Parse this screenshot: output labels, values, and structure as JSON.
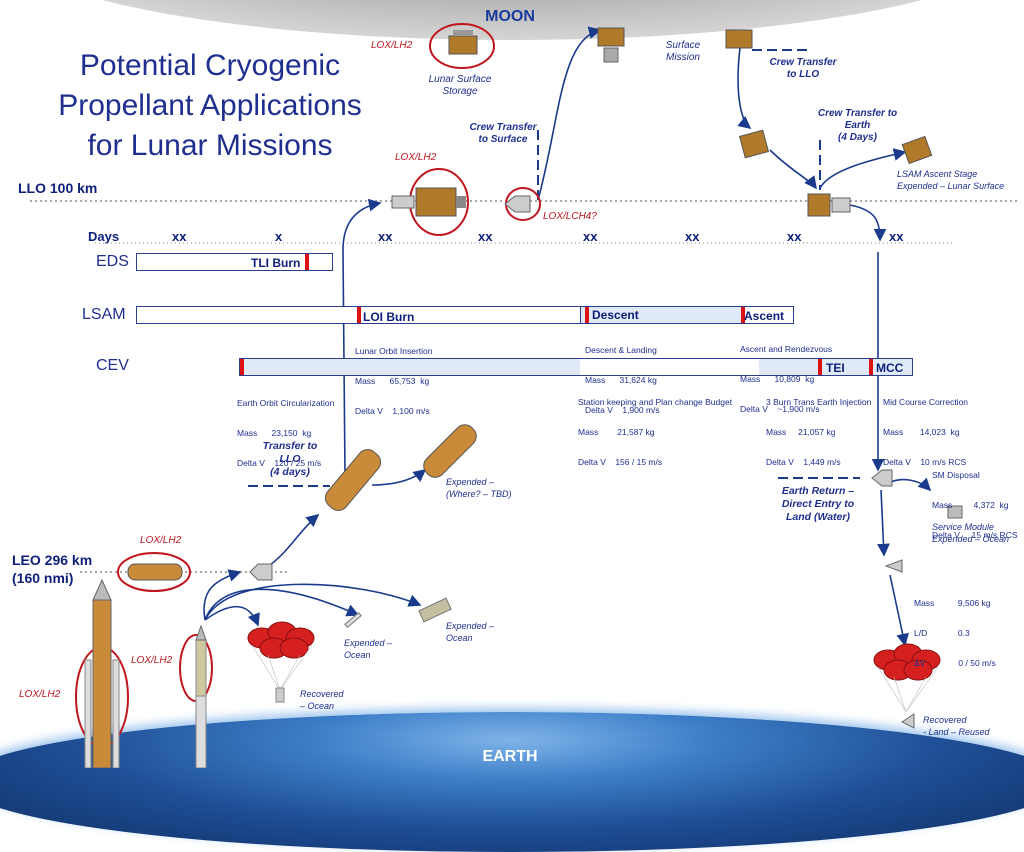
{
  "moon_label": "MOON",
  "earth_label": "EARTH",
  "title": [
    "Potential Cryogenic",
    "Propellant Applications",
    "for Lunar Missions"
  ],
  "orbits": {
    "llo": "LLO 100 km",
    "leo_line1": "LEO 296 km",
    "leo_line2": "(160 nmi)"
  },
  "timeline": {
    "days_label": "Days",
    "day_marks": [
      "xx",
      "x",
      "xx",
      "xx",
      "xx",
      "xx",
      "xx",
      "xx"
    ]
  },
  "rows": {
    "eds": "EDS",
    "lsam": "LSAM",
    "cev": "CEV"
  },
  "burns": {
    "tli": "TLI Burn",
    "loi": "LOI Burn",
    "descent": "Descent",
    "ascent": "Ascent",
    "tei": "TEI",
    "mcc": "MCC"
  },
  "details": {
    "loi": [
      "Lunar Orbit Insertion",
      "Mass      65,753  kg",
      "Delta V    1,100 m/s"
    ],
    "descent": [
      "Descent & Landing",
      "Mass      31,624 kg",
      "Delta V    1,900 m/s"
    ],
    "ascent": [
      "Ascent and Rendezvous",
      "Mass      10,809  kg",
      "Delta V    ~1,900 m/s"
    ],
    "eoc": [
      "Earth Orbit Circularization",
      "Mass      23,150  kg",
      "Delta V    120 / 25 m/s"
    ],
    "station": [
      "Station keeping and Plan change Budget",
      "Mass        21,587 kg",
      "Delta V    156 / 15 m/s"
    ],
    "tei": [
      "3 Burn Trans Earth Injection",
      "Mass     21,057 kg",
      "Delta V    1,449 m/s"
    ],
    "mcc": [
      "Mid Course Correction",
      "Mass       14,023  kg",
      "Delta V    10 m/s RCS"
    ],
    "sm": [
      "SM Disposal",
      "Mass         4,372  kg",
      "Delta V     15 m/s RCS"
    ],
    "cm": [
      "Mass          9,506 kg",
      "L/D             0.3",
      "ΔV              0 / 50 m/s"
    ]
  },
  "annotations": {
    "lox_lh2": "LOX/LH2",
    "lox_lch4": "LOX/LCH4?",
    "lunar_surface_storage": [
      "Lunar Surface",
      "Storage"
    ],
    "surface_mission": [
      "Surface",
      "Mission"
    ],
    "crew_transfer_llo": [
      "Crew Transfer",
      "to LLO"
    ],
    "crew_transfer_surface": [
      "Crew Transfer",
      "to Surface"
    ],
    "crew_transfer_earth": [
      "Crew Transfer to",
      "Earth",
      "(4  Days)"
    ],
    "lsam_ascent_stage": [
      "LSAM Ascent Stage",
      "Expended – Lunar Surface"
    ],
    "transfer_llo": [
      "Transfer to",
      "LLO",
      "(4 days)"
    ],
    "expended_tbd": [
      "Expended –",
      "(Where? – TBD)"
    ],
    "expended_ocean_1": [
      "Expended –",
      "Ocean"
    ],
    "expended_ocean_2": [
      "Expended –",
      "Ocean"
    ],
    "recovered_ocean": [
      "Recovered",
      "– Ocean"
    ],
    "earth_return": [
      "Earth Return –",
      "Direct Entry to",
      "Land (Water)"
    ],
    "service_module": [
      "Service Module",
      "Expended – Ocean"
    ],
    "recovered_land": [
      "Recovered",
      "- Land – Reused"
    ]
  },
  "colors": {
    "accent_blue": "#1f2f8f",
    "burn_red": "#dd1111",
    "lox_red": "#c0171f",
    "arrow_blue": "#1a3a8c"
  }
}
